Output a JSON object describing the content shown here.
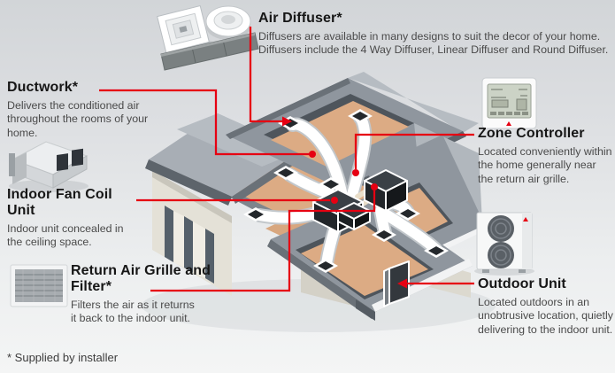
{
  "diagram_title": "Ducted air conditioning system cutaway diagram",
  "colors": {
    "accent_red": "#e60012",
    "heading_text": "#161616",
    "body_text": "#4a4a4a",
    "roof_gray": "#8f969e",
    "roof_light": "#b6bcc2",
    "roof_dark_edge": "#555c63",
    "ceiling_tan": "#dcab84",
    "duct_white": "#ffffff",
    "wall_cream": "#e4e1d7",
    "background_top": "#d2d5d8",
    "background_bottom": "#f4f5f5"
  },
  "callouts": {
    "air_diffuser": {
      "title": "Air Diffuser*",
      "body": "Diffusers are available in many designs to suit the decor of your home. Diffusers include the 4 Way Diffuser, Linear Diffuser and Round Diffuser."
    },
    "ductwork": {
      "title": "Ductwork*",
      "body": "Delivers the conditioned air throughout the rooms of your home."
    },
    "indoor_fan_coil": {
      "title": "Indoor Fan Coil Unit",
      "body": "Indoor unit concealed in the ceiling space."
    },
    "return_air_grille": {
      "title": "Return Air Grille and Filter*",
      "body": "Filters the air as it returns it back to the indoor unit."
    },
    "zone_controller": {
      "title": "Zone Controller",
      "body": "Located conveniently within the home generally near the return air grille."
    },
    "outdoor_unit": {
      "title": "Outdoor Unit",
      "body": "Located outdoors in an unobtrusive location, quietly delivering to the indoor unit."
    },
    "footnote": "* Supplied by installer"
  },
  "icons": {
    "four_way_diffuser": "4 way ceiling diffuser",
    "round_diffuser": "round ceiling diffuser",
    "linear_diffuser": "linear slot diffuser",
    "fan_coil_photo": "ducted indoor fan coil unit",
    "return_grille_photo": "return air grille with filter",
    "zone_controller_photo": "wall mounted zone controller",
    "outdoor_unit_photo": "outdoor condenser unit"
  }
}
